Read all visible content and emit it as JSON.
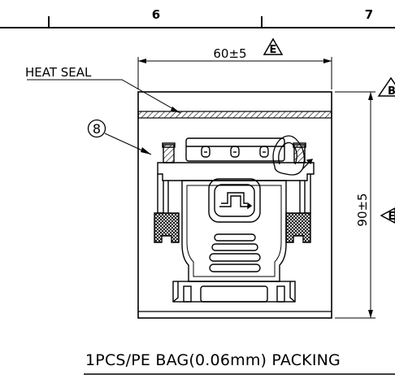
{
  "zones": {
    "left": "6",
    "right": "7"
  },
  "labels": {
    "heat_seal": "HEAT SEAL",
    "item_number": "8",
    "caption": "1PCS/PE BAG(0.06mm) PACKING"
  },
  "dimensions": {
    "width_text": "60±5",
    "height_text": "90±5"
  },
  "revision_markers": {
    "width": "E",
    "height": "E",
    "top_right": "B"
  }
}
